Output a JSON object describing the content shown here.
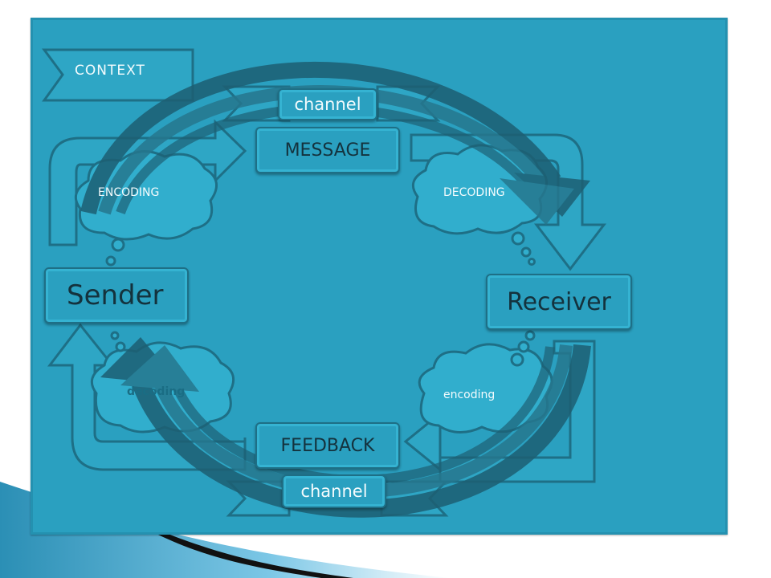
{
  "diagram": {
    "context": "CONTEXT",
    "channel_top": "channel",
    "message": "MESSAGE",
    "encoding_top": "ENCODING",
    "decoding_top": "DECODING",
    "sender": "Sender",
    "receiver": "Receiver",
    "decoding_bottom": "decoding",
    "encoding_bottom": "encoding",
    "feedback": "FEEDBACK",
    "channel_bottom": "channel"
  },
  "colors": {
    "panel": "#2aa0c0",
    "panel_border": "#1e6f86",
    "arrow_dark": "#1d5f73",
    "text_light": "#f3fbfd",
    "text_dark": "#14323d"
  }
}
